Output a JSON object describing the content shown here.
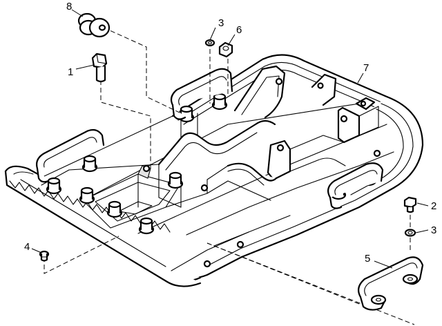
{
  "diagram": {
    "type": "exploded parts diagram",
    "callouts": [
      {
        "id": "callout-8",
        "number": "8",
        "part": "plug"
      },
      {
        "id": "callout-3-top",
        "number": "3",
        "part": "washer"
      },
      {
        "id": "callout-6",
        "number": "6",
        "part": "nut"
      },
      {
        "id": "callout-1",
        "number": "1",
        "part": "bolt"
      },
      {
        "id": "callout-7",
        "number": "7",
        "part": "skid frame"
      },
      {
        "id": "callout-2",
        "number": "2",
        "part": "bolt"
      },
      {
        "id": "callout-3-right",
        "number": "3",
        "part": "washer"
      },
      {
        "id": "callout-4",
        "number": "4",
        "part": "plug"
      },
      {
        "id": "callout-5",
        "number": "5",
        "part": "handle"
      }
    ]
  }
}
